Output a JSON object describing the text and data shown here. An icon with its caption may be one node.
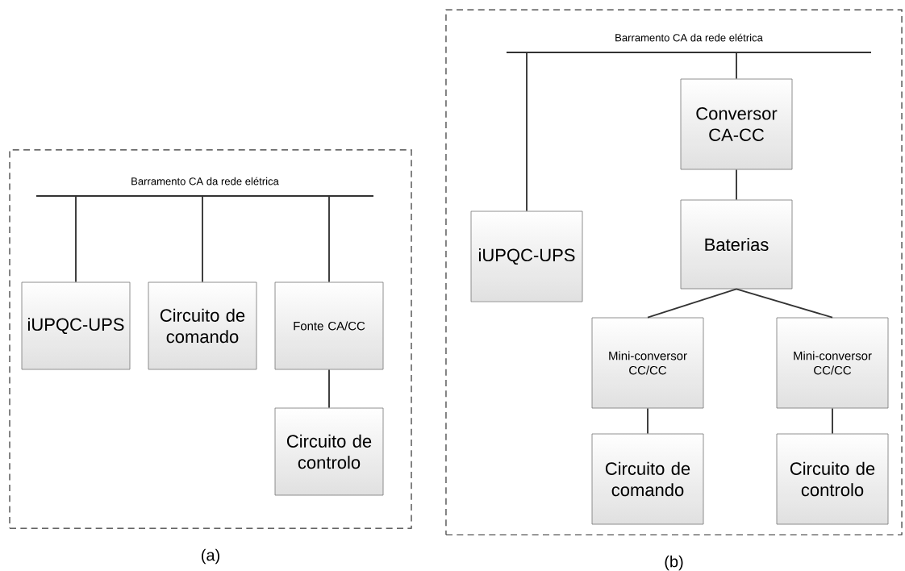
{
  "diagram": {
    "nodes": [
      {
        "text": [],
        "shape": "box",
        "beside": [
          "(a)"
        ]
      },
      {
        "text": [
          "Barramento CA da rede elétrica"
        ],
        "in": 0
      },
      {
        "text": [
          "iUPQC-UPS"
        ],
        "in": 0
      },
      {
        "text": [
          "Circuito de comando"
        ],
        "in": 0
      },
      {
        "text": [
          "Fonte CA/CC"
        ],
        "in": 0
      },
      {
        "text": [
          "Circuito de controlo"
        ],
        "in": 0
      },
      {
        "text": [],
        "shape": "box",
        "beside": [
          "(b)"
        ]
      },
      {
        "text": [
          "Barramento CA da rede elétrica"
        ],
        "in": 6
      },
      {
        "text": [
          "Conversor CA-CC"
        ],
        "in": 6
      },
      {
        "text": [
          "iUPQC-UPS"
        ],
        "in": 6
      },
      {
        "text": [
          "Baterias"
        ],
        "in": 6
      },
      {
        "text": [
          "Mini-conversor CC/CC"
        ],
        "in": 6
      },
      {
        "text": [
          "Mini-conversor CC/CC"
        ],
        "in": 6
      },
      {
        "text": [
          "Circuito de comando"
        ],
        "in": 6
      },
      {
        "text": [
          "Circuito de controlo"
        ],
        "in": 6
      }
    ],
    "edges": [
      {
        "from": 1,
        "to": 2,
        "arrow": "none"
      },
      {
        "from": 1,
        "to": 3,
        "arrow": "none"
      },
      {
        "from": 1,
        "to": 4,
        "arrow": "none"
      },
      {
        "from": 4,
        "to": 5,
        "arrow": "none"
      },
      {
        "from": 7,
        "to": 9,
        "arrow": "none"
      },
      {
        "from": 7,
        "to": 8,
        "arrow": "none"
      },
      {
        "from": 8,
        "to": 10,
        "arrow": "none"
      },
      {
        "from": 10,
        "to": 11,
        "arrow": "none"
      },
      {
        "from": 10,
        "to": 12,
        "arrow": "none"
      },
      {
        "from": 11,
        "to": 13,
        "arrow": "none"
      },
      {
        "from": 12,
        "to": 14,
        "arrow": "none"
      }
    ]
  }
}
